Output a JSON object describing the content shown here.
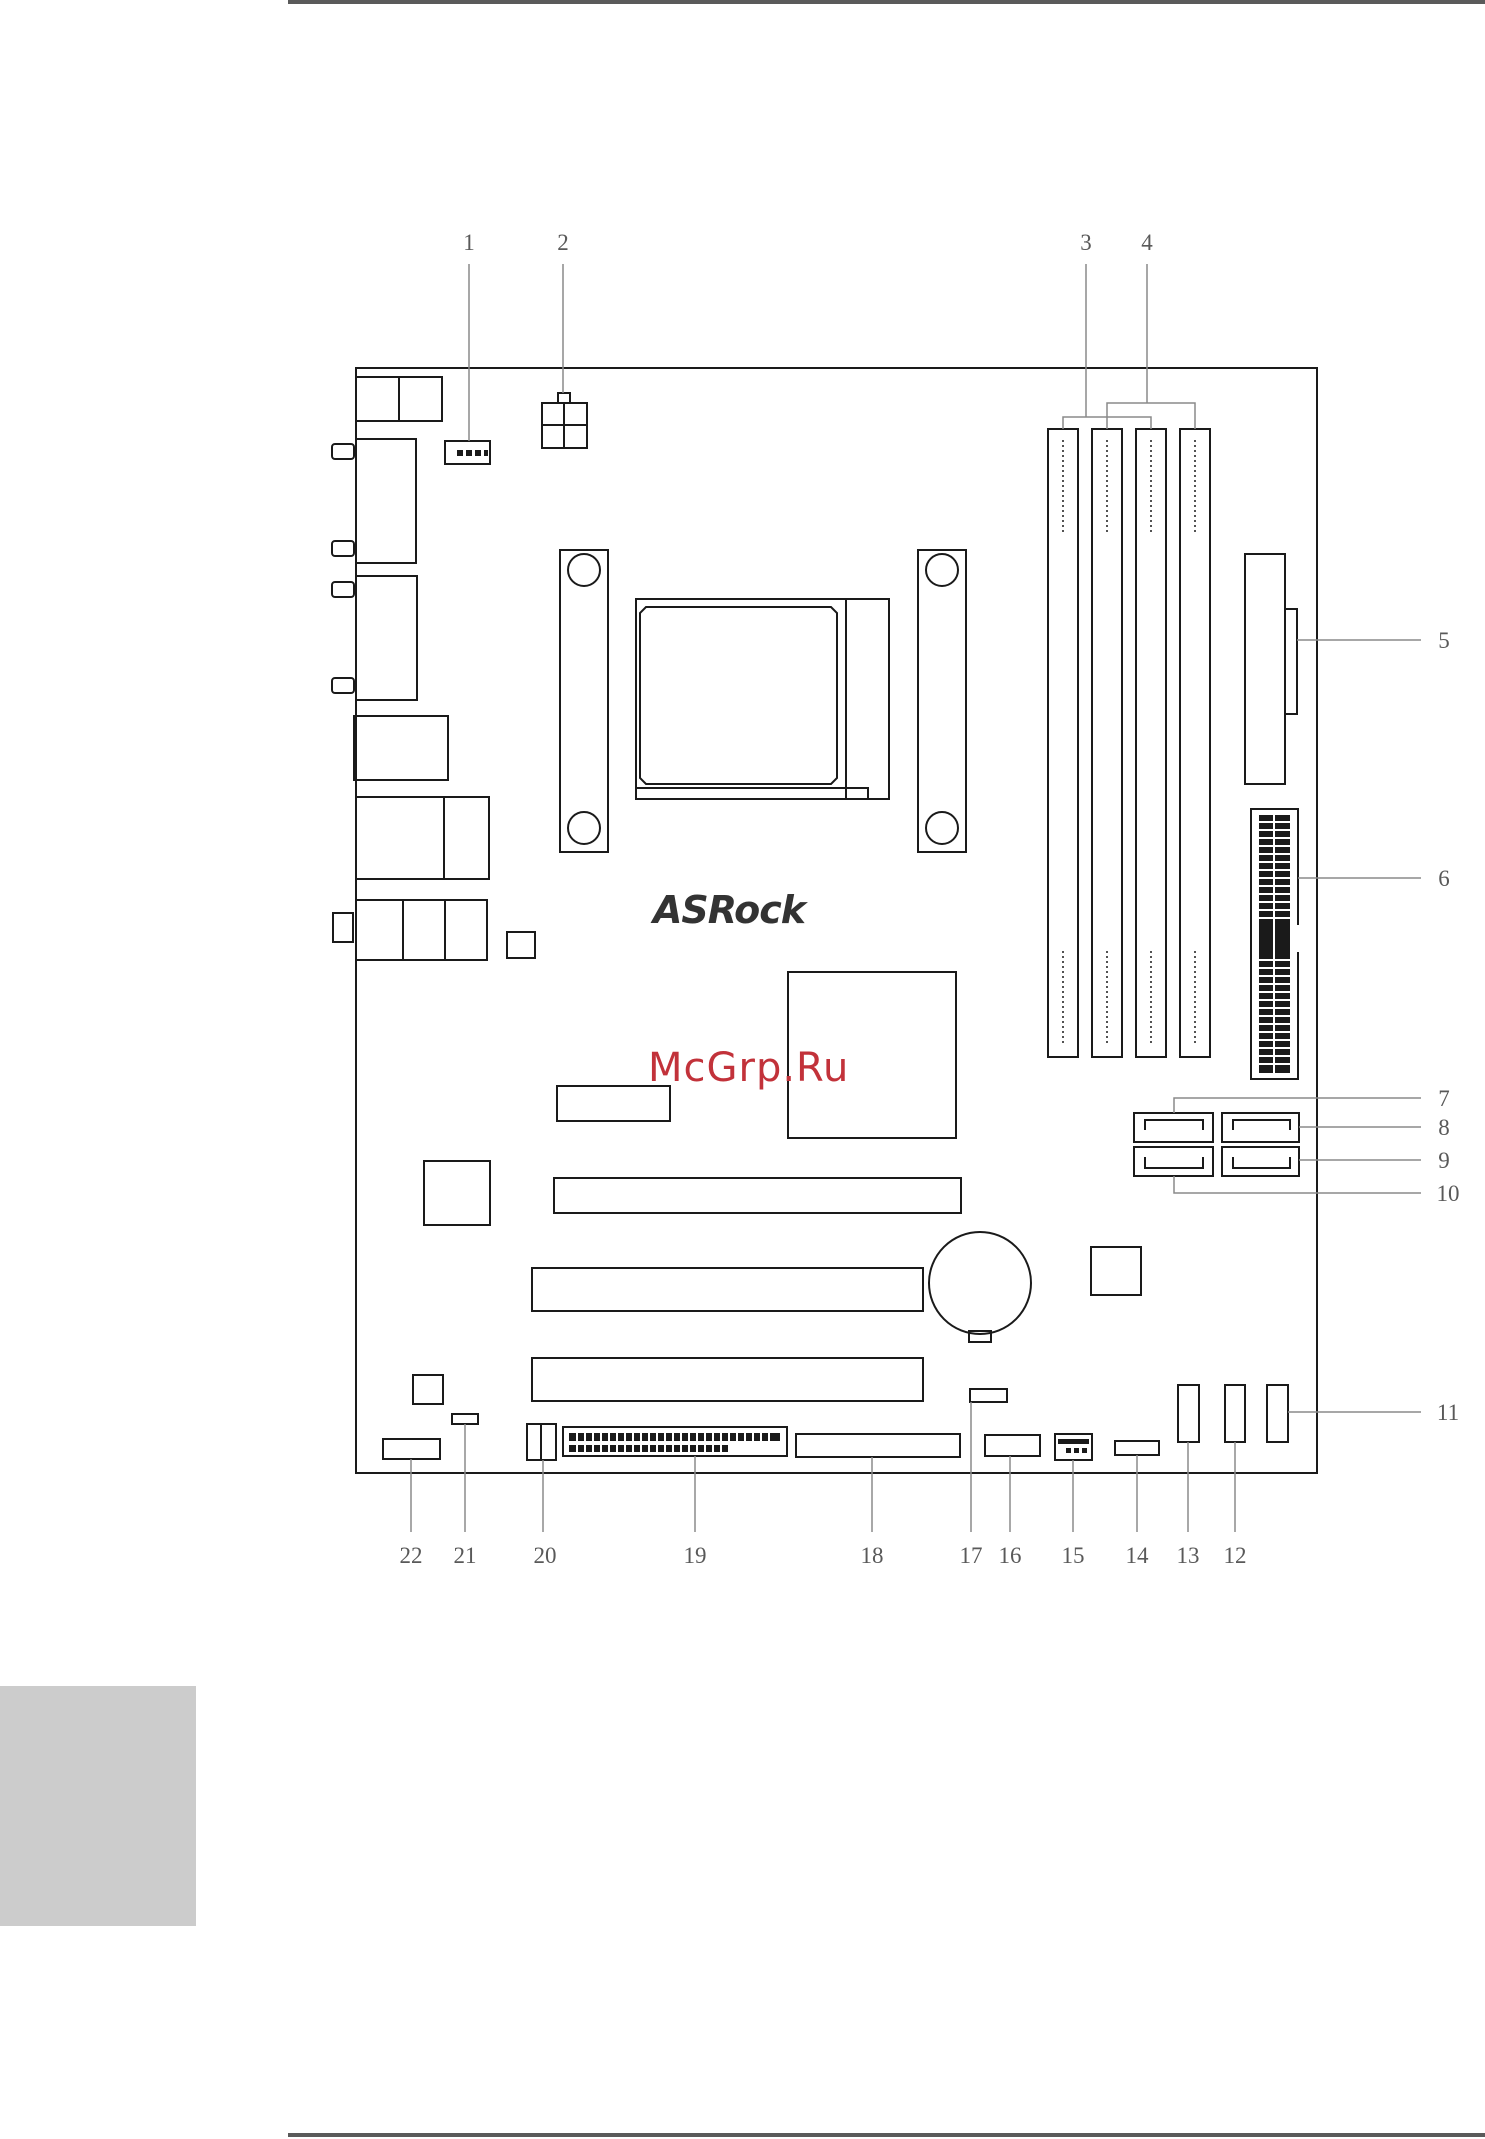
{
  "watermark": "McGrp.Ru",
  "logo_text": "ASRock",
  "diagram": {
    "callouts": [
      {
        "id": 1,
        "label": "1"
      },
      {
        "id": 2,
        "label": "2"
      },
      {
        "id": 3,
        "label": "3"
      },
      {
        "id": 4,
        "label": "4"
      },
      {
        "id": 5,
        "label": "5"
      },
      {
        "id": 6,
        "label": "6"
      },
      {
        "id": 7,
        "label": "7"
      },
      {
        "id": 8,
        "label": "8"
      },
      {
        "id": 9,
        "label": "9"
      },
      {
        "id": 10,
        "label": "10"
      },
      {
        "id": 11,
        "label": "11"
      },
      {
        "id": 12,
        "label": "12"
      },
      {
        "id": 13,
        "label": "13"
      },
      {
        "id": 14,
        "label": "14"
      },
      {
        "id": 15,
        "label": "15"
      },
      {
        "id": 16,
        "label": "16"
      },
      {
        "id": 17,
        "label": "17"
      },
      {
        "id": 18,
        "label": "18"
      },
      {
        "id": 19,
        "label": "19"
      },
      {
        "id": 20,
        "label": "20"
      },
      {
        "id": 21,
        "label": "21"
      },
      {
        "id": 22,
        "label": "22"
      }
    ]
  }
}
